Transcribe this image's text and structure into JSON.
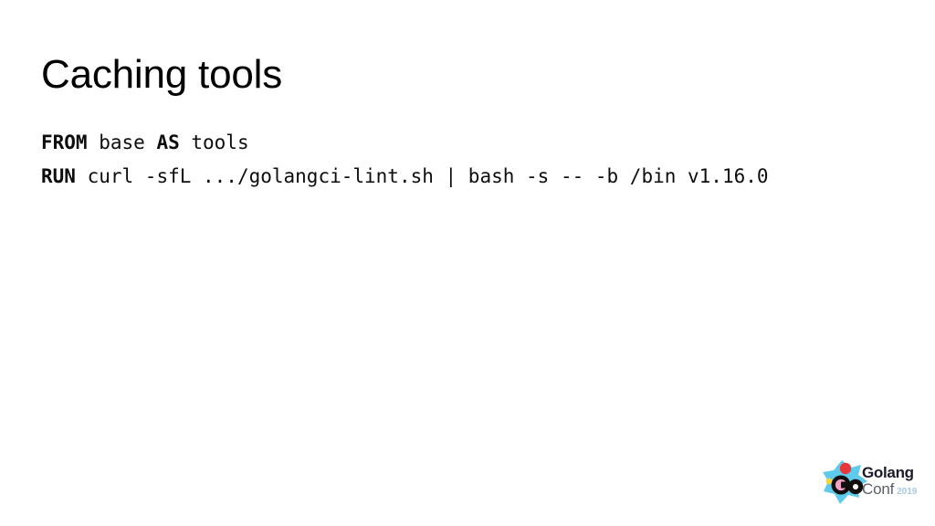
{
  "slide": {
    "title": "Caching tools",
    "background_color": "#ffffff",
    "code": {
      "language": "dockerfile",
      "text_color": "#0d0d0d",
      "lines": [
        {
          "keyword": "FROM",
          "segments": [
            {
              "text": "FROM",
              "bold": true
            },
            {
              "text": " base ",
              "bold": false
            },
            {
              "text": "AS",
              "bold": true
            },
            {
              "text": " tools",
              "bold": false
            }
          ],
          "full_text": "FROM base AS tools"
        },
        {
          "keyword": "RUN",
          "segments": [
            {
              "text": "RUN",
              "bold": true
            },
            {
              "text": " curl -sfL .../golangci-lint.sh | bash -s -- -b /bin v1.16.0",
              "bold": false
            }
          ],
          "full_text": "RUN curl -sfL .../golangci-lint.sh | bash -s -- -b /bin v1.16.0"
        }
      ]
    }
  },
  "logo": {
    "name": "golangconf-logo",
    "mark_icon": "golangconf-gopher-mark-icon",
    "brand": "Golang",
    "event": "Conf",
    "year": "2019",
    "colors": {
      "mark_shape": "#5ecbec",
      "mark_dot_red": "#e8373a",
      "mark_dot_yellow": "#f6d23c",
      "mark_letter_g_fill": "#f2a0c4",
      "mark_letter_outline": "#12100e",
      "brand_text": "#1b1b2b",
      "event_text": "#5a5f66",
      "year_text": "#a9c9dd"
    }
  }
}
